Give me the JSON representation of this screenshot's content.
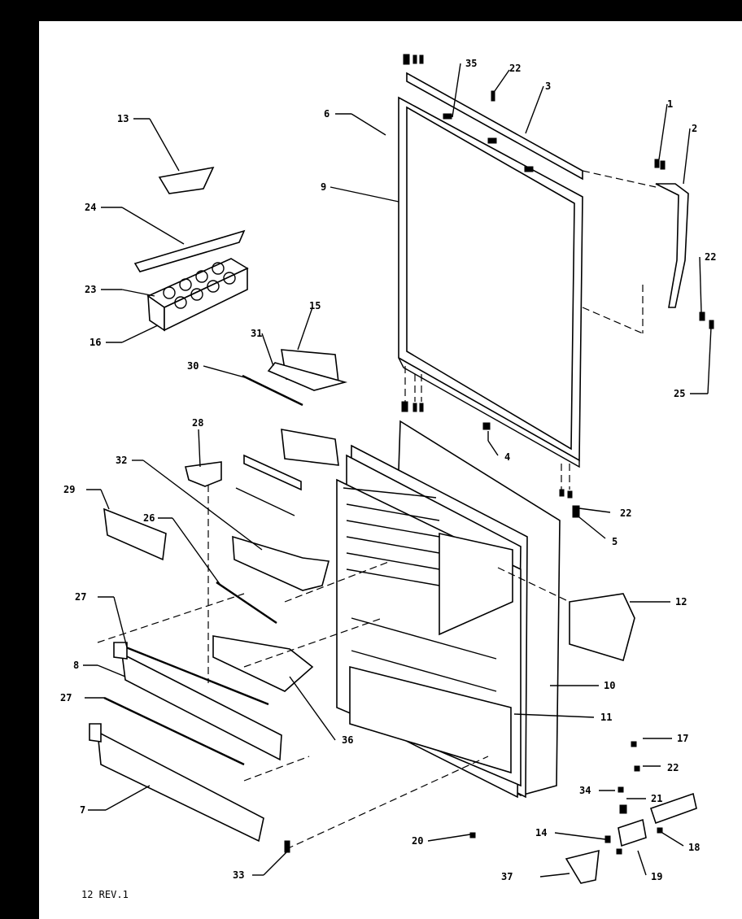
{
  "diagram": {
    "footer_note": "12 REV.1",
    "callouts": [
      "1",
      "2",
      "3",
      "4",
      "5",
      "6",
      "7",
      "8",
      "9",
      "10",
      "11",
      "12",
      "13",
      "14",
      "15",
      "16",
      "17",
      "18",
      "19",
      "20",
      "21",
      "22",
      "22",
      "22",
      "22",
      "23",
      "24",
      "25",
      "26",
      "27",
      "27",
      "28",
      "29",
      "30",
      "31",
      "32",
      "33",
      "34",
      "35",
      "36",
      "37"
    ]
  }
}
